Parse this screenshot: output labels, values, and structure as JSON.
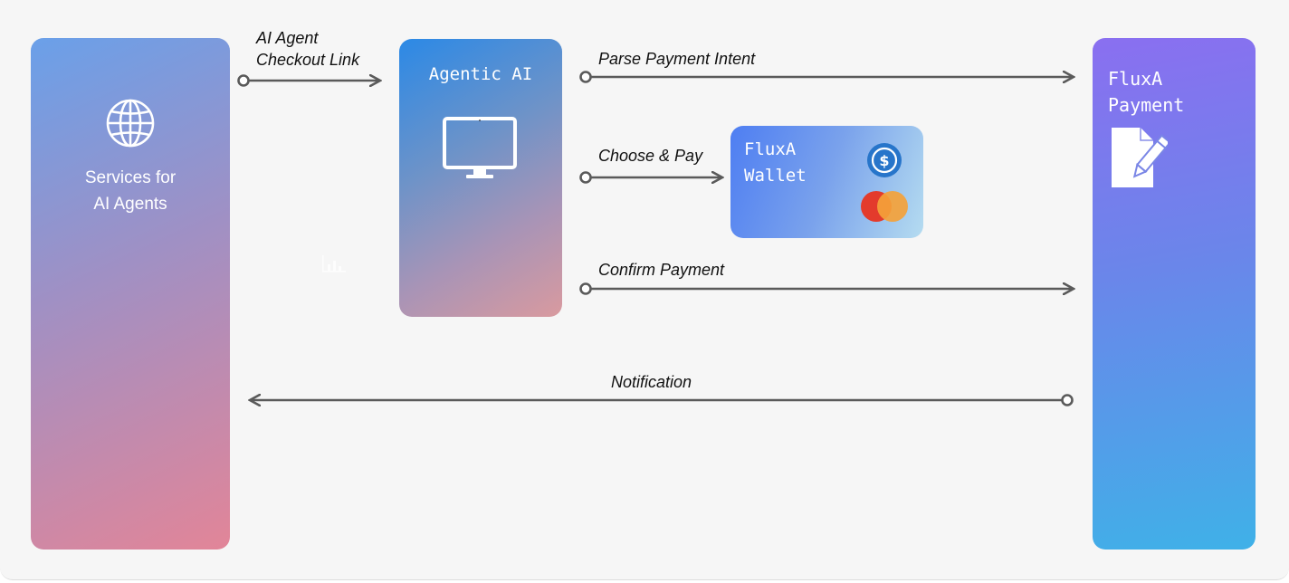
{
  "nodes": {
    "services": {
      "label": "Services for\nAI Agents"
    },
    "agentic": {
      "label": "Agentic AI"
    },
    "flux_payment": {
      "label": "FluxA\nPayment"
    },
    "flux_wallet": {
      "label": "FluxA\nWallet"
    }
  },
  "edges": {
    "checkout": {
      "label": "AI Agent\nCheckout Link"
    },
    "parse": {
      "label": "Parse Payment Intent"
    },
    "choose": {
      "label": "Choose & Pay"
    },
    "confirm": {
      "label": "Confirm Payment"
    },
    "notify": {
      "label": "Notification"
    }
  },
  "icons": {
    "services": "globe-icon",
    "agentic": "monitor-icon",
    "flux_payment": "document-pen-icon",
    "wallet_coin": "usdc-coin-icon",
    "wallet_card": "mastercard-icon"
  },
  "colors": {
    "arrow": "#5a5a5a",
    "mastercard_red": "#e33b2c",
    "mastercard_orange": "#f4a23a",
    "usdc_blue": "#2775ca"
  }
}
